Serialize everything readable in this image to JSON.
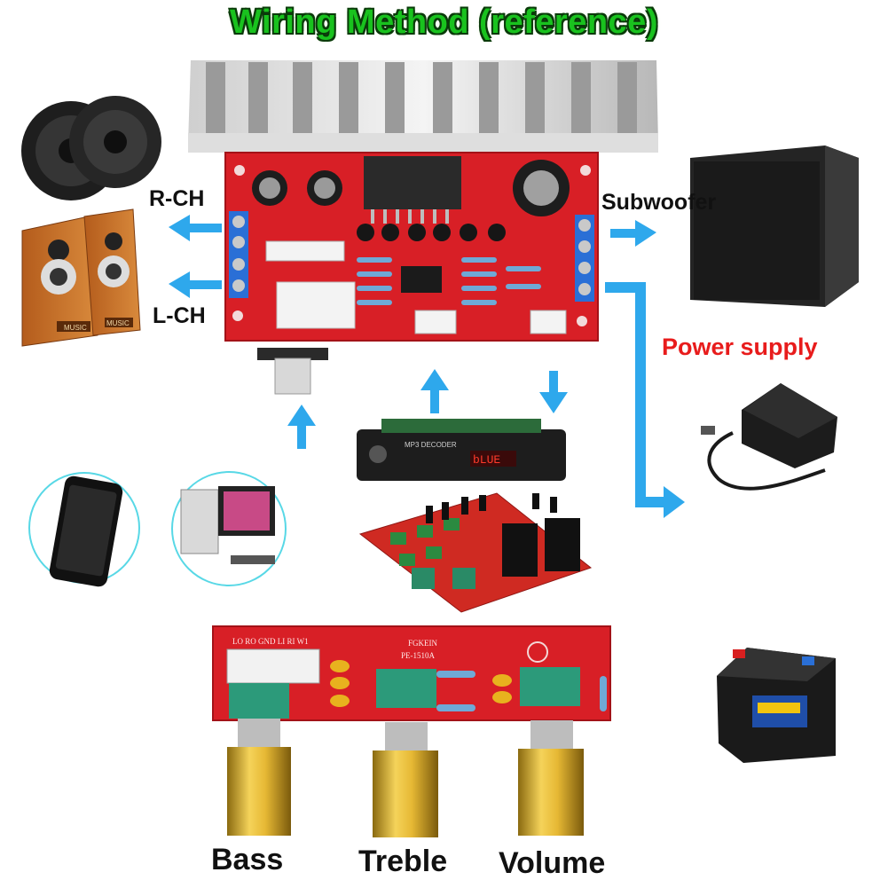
{
  "title": "Wiring Method (reference)",
  "labels": {
    "right_channel": "R-CH",
    "left_channel": "L-CH",
    "subwoofer": "Subwoofer",
    "power_supply": "Power supply"
  },
  "knobs": {
    "bass": "Bass",
    "treble": "Treble",
    "volume": "Volume"
  },
  "board_text": {
    "tone_board_pins": "LO RO GND LI RI W1",
    "tone_board_brand": "FGKEIN",
    "tone_board_model": "PE-1510A",
    "mp3_display": "bLUE",
    "mp3_header": "MP3 DECODER",
    "speaker_badge": "MUSIC"
  },
  "colors": {
    "title_green": "#19c21e",
    "arrow_blue": "#2ea8ec",
    "power_red": "#e81c1c",
    "pcb_red": "#d81f26"
  }
}
